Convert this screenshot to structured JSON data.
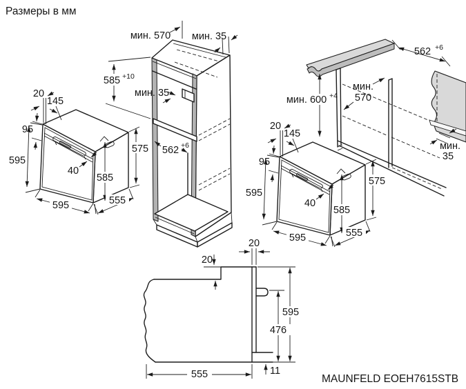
{
  "title": "Размеры в мм",
  "model": "MAUNFELD EOEH7615STB",
  "oven": {
    "top_offset": "20",
    "panel_depth": "145",
    "panel_height": "95",
    "height": "595",
    "handle_depth": "40",
    "door_height": "585",
    "width": "595",
    "depth": "555",
    "body_height": "575"
  },
  "column": {
    "min_depth": "мин. 570",
    "rear_gap": "мин. 35",
    "niche_height": "585",
    "niche_height_tol": "+10",
    "shelf_gap": "мин. 35",
    "niche_depth": "562",
    "niche_depth_tol": "+6"
  },
  "base": {
    "niche_depth": "562",
    "niche_depth_tol": "+6",
    "min_height": "мин. 600",
    "min_height_tol": "+4",
    "min_depth_l1": "мин.",
    "min_depth_l2": "570",
    "rear_gap_l1": "мин.",
    "rear_gap_l2": "35"
  },
  "side": {
    "top_gap": "20",
    "front_frame": "20",
    "height": "595",
    "door_height": "476",
    "depth": "555",
    "bottom_gap": "11"
  },
  "colors": {
    "line": "#1c1c1c",
    "surface": "#d9d9d9",
    "edge": "#bdbdbd",
    "stile": "#b3b3b3"
  }
}
